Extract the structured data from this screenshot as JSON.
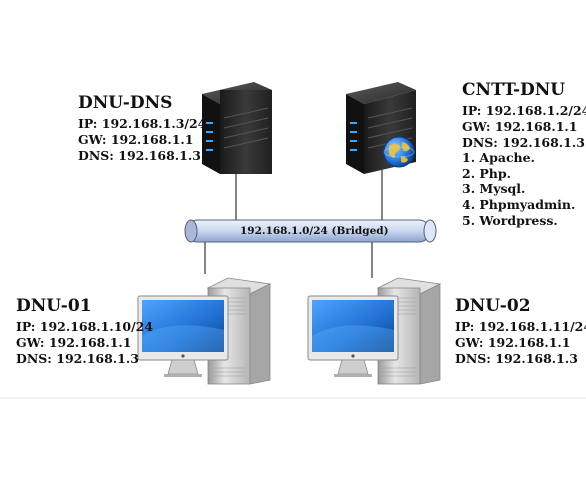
{
  "network": {
    "label": "192.168.1.0/24 (Bridged)"
  },
  "nodes": {
    "dnu_dns": {
      "title": "DNU-DNS",
      "ip": "IP: 192.168.1.3/24",
      "gw": "GW: 192.168.1.1",
      "dns": "DNS: 192.168.1.3"
    },
    "cntt_dnu": {
      "title": "CNTT-DNU",
      "ip": "IP: 192.168.1.2/24",
      "gw": "GW: 192.168.1.1",
      "dns": "DNS: 192.168.1.3",
      "services": [
        "1. Apache.",
        "2. Php.",
        "3. Mysql.",
        "4. Phpmyadmin.",
        "5. Wordpress."
      ]
    },
    "dnu_01": {
      "title": "DNU-01",
      "ip": "IP: 192.168.1.10/24",
      "gw": "GW: 192.168.1.1",
      "dns": "DNS: 192.168.1.3"
    },
    "dnu_02": {
      "title": "DNU-02",
      "ip": "IP: 192.168.1.11/24",
      "gw": "GW: 192.168.1.1",
      "dns": "DNS: 192.168.1.3"
    }
  },
  "colors": {
    "server_body": "#2b2b2b",
    "drive_light": "#3aa7ff",
    "bus_fill": "#c9d6ee",
    "screen": "#1f6fd1",
    "tower": "#c8c8c8",
    "globe": "#2a7de1"
  },
  "icons": [
    "server-icon",
    "server-icon",
    "globe-icon",
    "desktop-computer-icon",
    "desktop-computer-icon"
  ]
}
